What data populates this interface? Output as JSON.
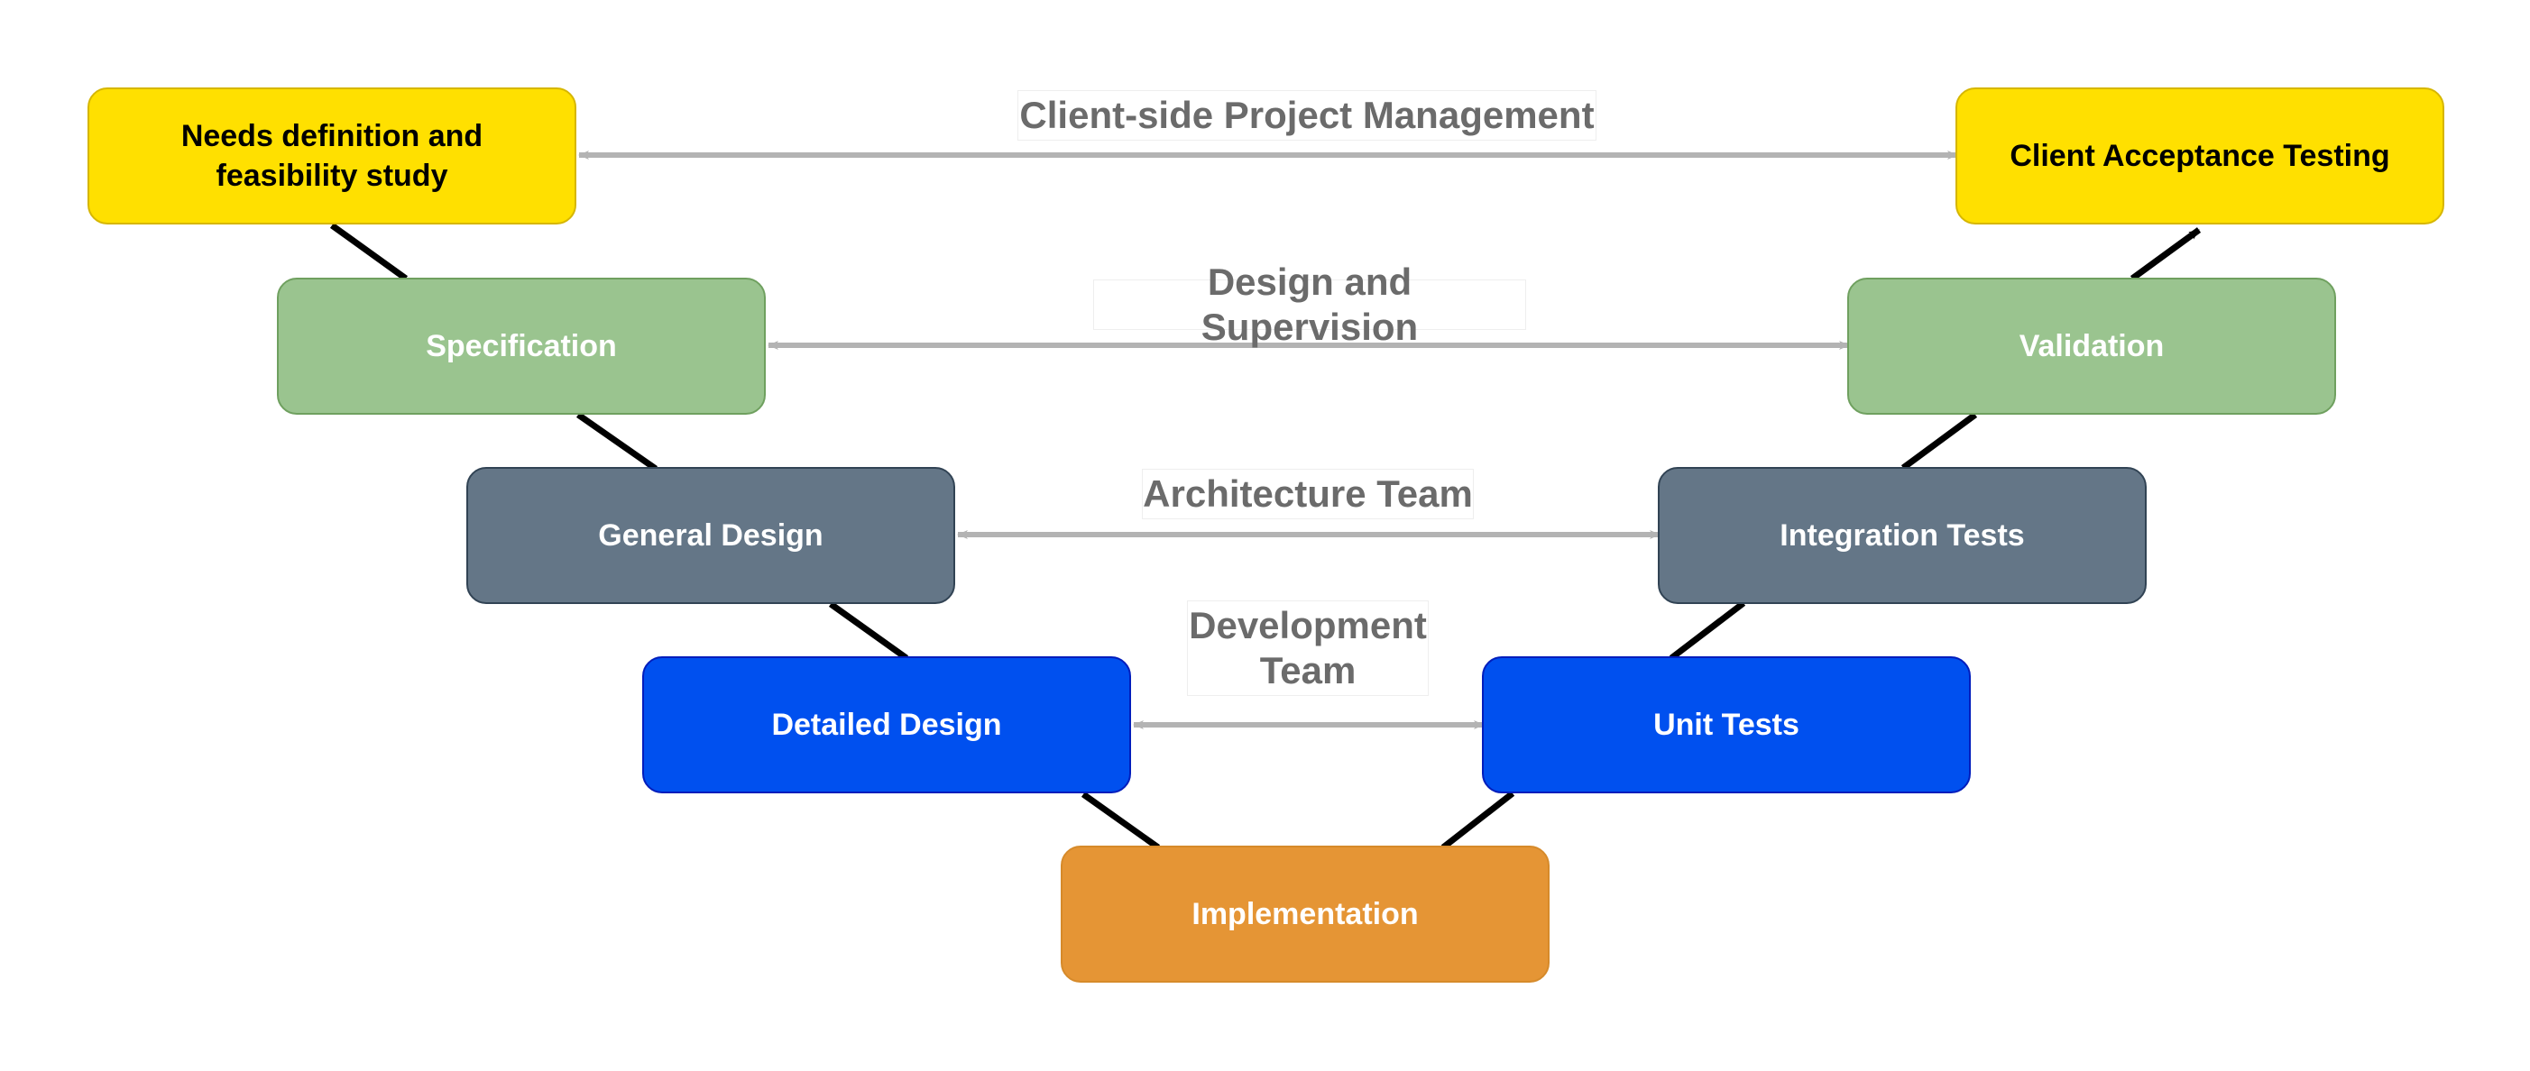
{
  "colors": {
    "yellow": "#FFE000",
    "yellow_border": "#D6B600",
    "green": "#9AC48F",
    "green_border": "#6FA05F",
    "slate": "#647687",
    "slate_border": "#314354",
    "blue": "#0050EF",
    "blue_border": "#001DBC",
    "orange": "#E59535",
    "orange_border": "#D68A2A",
    "connector": "#000000",
    "link_arrow": "#B3B3B3",
    "label_text": "#6B6B6B",
    "dark_text": "#000000",
    "light_text": "#FFFFFF"
  },
  "nodes": {
    "needs": "Needs definition and feasibility study",
    "specification": "Specification",
    "general_design": "General Design",
    "detailed_design": "Detailed Design",
    "implementation": "Implementation",
    "unit_tests": "Unit Tests",
    "integration_tests": "Integration Tests",
    "validation": "Validation",
    "acceptance": "Client Acceptance Testing"
  },
  "links": {
    "project_management": "Client-side Project Management",
    "design_supervision": "Design and Supervision",
    "architecture_team": "Architecture Team",
    "development_team": "Development\nTeam"
  }
}
